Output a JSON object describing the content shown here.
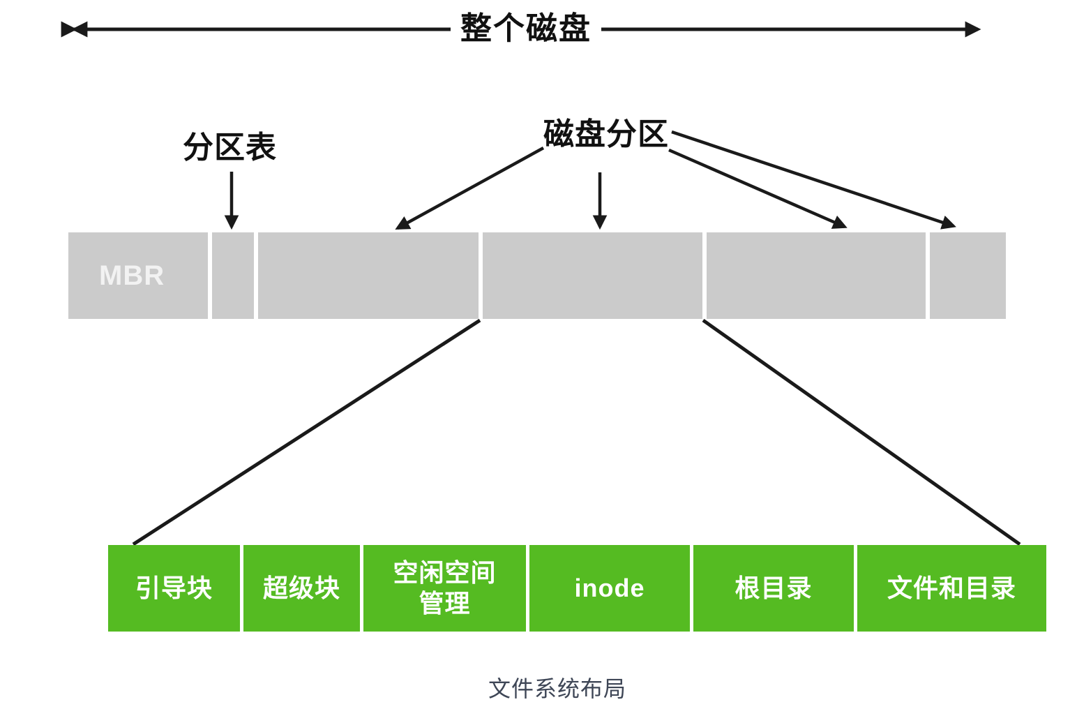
{
  "top_arrow": {
    "label": "整个磁盘"
  },
  "labels": {
    "partition_table": "分区表",
    "disk_partition": "磁盘分区"
  },
  "disk_bar": {
    "segments": [
      {
        "label": "MBR"
      },
      {
        "label": ""
      },
      {
        "label": ""
      },
      {
        "label": ""
      },
      {
        "label": ""
      },
      {
        "label": ""
      }
    ]
  },
  "fs_bar": {
    "segments": [
      {
        "label": "引导块"
      },
      {
        "label": "超级块"
      },
      {
        "label": "空闲空间\n管理"
      },
      {
        "label": "inode"
      },
      {
        "label": "根目录"
      },
      {
        "label": "文件和目录"
      }
    ]
  },
  "caption": "文件系统布局",
  "colors": {
    "gray": "#cbcbcb",
    "green": "#55bb22",
    "arrow": "#1a1a1a",
    "caption": "#3e4656",
    "block_text": "#ffffff",
    "mbr_text": "#f2f2f2"
  }
}
